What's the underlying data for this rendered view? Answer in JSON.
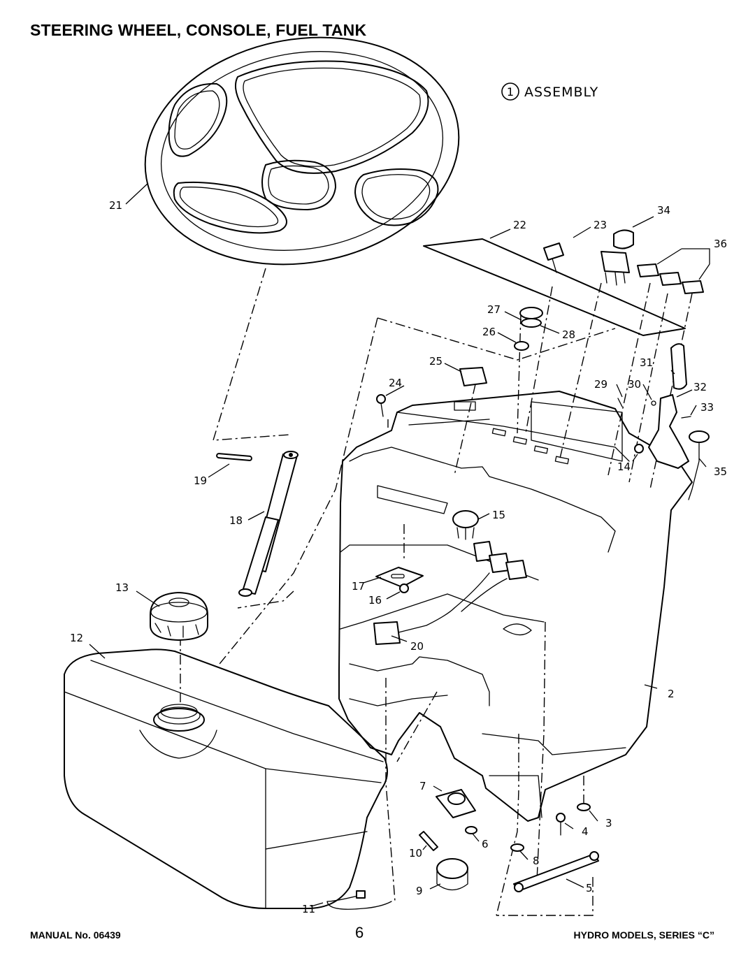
{
  "title": "STEERING WHEEL, CONSOLE, FUEL TANK",
  "assembly_note": {
    "number": "1",
    "label": "ASSEMBLY"
  },
  "callouts": [
    "2",
    "3",
    "4",
    "5",
    "6",
    "7",
    "8",
    "9",
    "10",
    "11",
    "12",
    "13",
    "14",
    "15",
    "16",
    "17",
    "18",
    "19",
    "20",
    "21",
    "22",
    "23",
    "24",
    "25",
    "26",
    "27",
    "28",
    "29",
    "30",
    "31",
    "32",
    "33",
    "34",
    "35",
    "36"
  ],
  "footer": {
    "manual": "MANUAL No. 06439",
    "page_number": "6",
    "series": "HYDRO MODELS, SERIES “C”"
  }
}
